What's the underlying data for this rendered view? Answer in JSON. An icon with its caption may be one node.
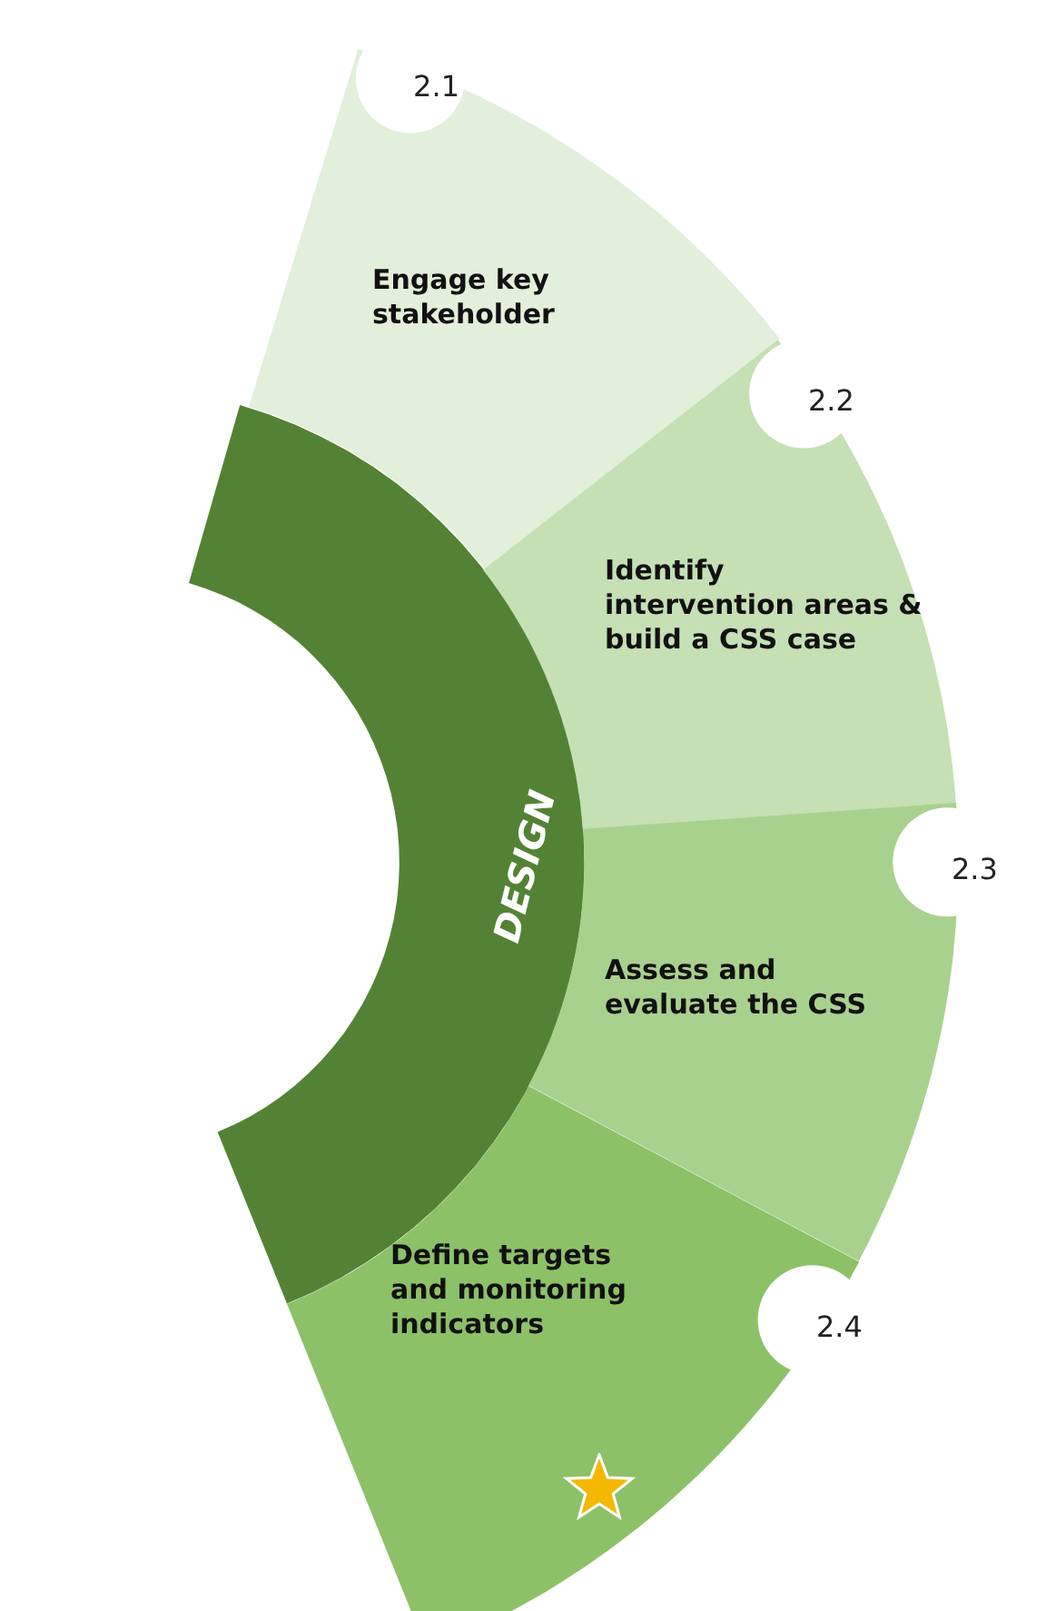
{
  "diagram": {
    "nodes": [
      {
        "text": [
          "DESIGN"
        ]
      },
      {
        "text": [
          "2.1",
          "Engage key stakeholder"
        ]
      },
      {
        "text": [
          "2.2",
          "Identify intervention areas & build a CSS case"
        ]
      },
      {
        "text": [
          "2.3",
          "Assess and evaluate the CSS"
        ]
      },
      {
        "text": [
          "Define targets and monitoring indicators",
          "2.4"
        ]
      }
    ]
  }
}
